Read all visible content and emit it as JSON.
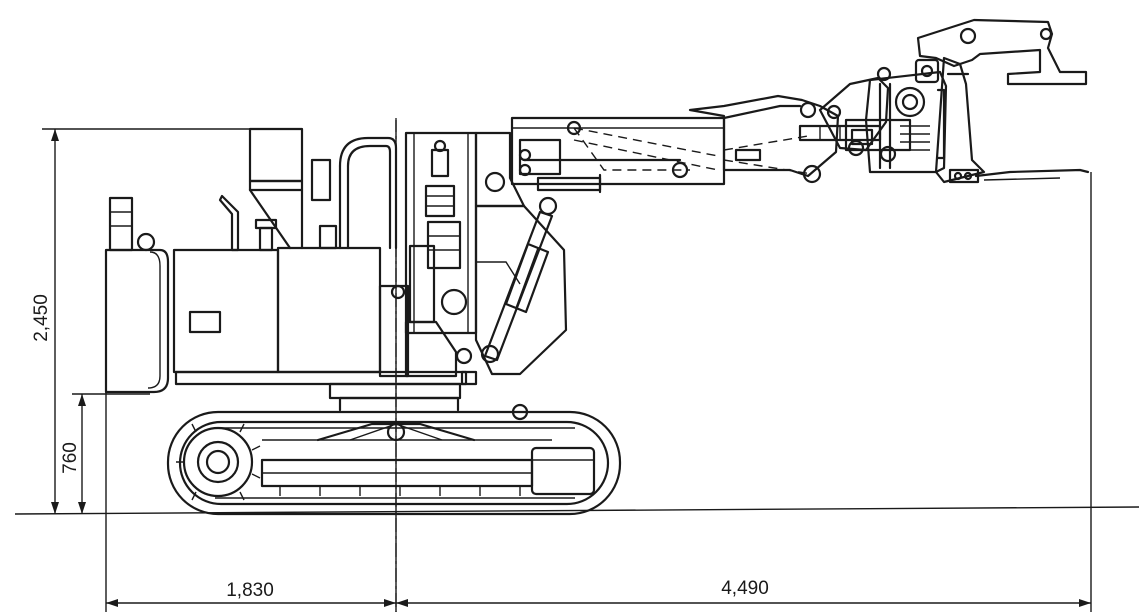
{
  "dimensions": {
    "overall_height": "2,450",
    "base_height": "760",
    "rear_to_center": "1,830",
    "center_to_tip": "4,490"
  }
}
